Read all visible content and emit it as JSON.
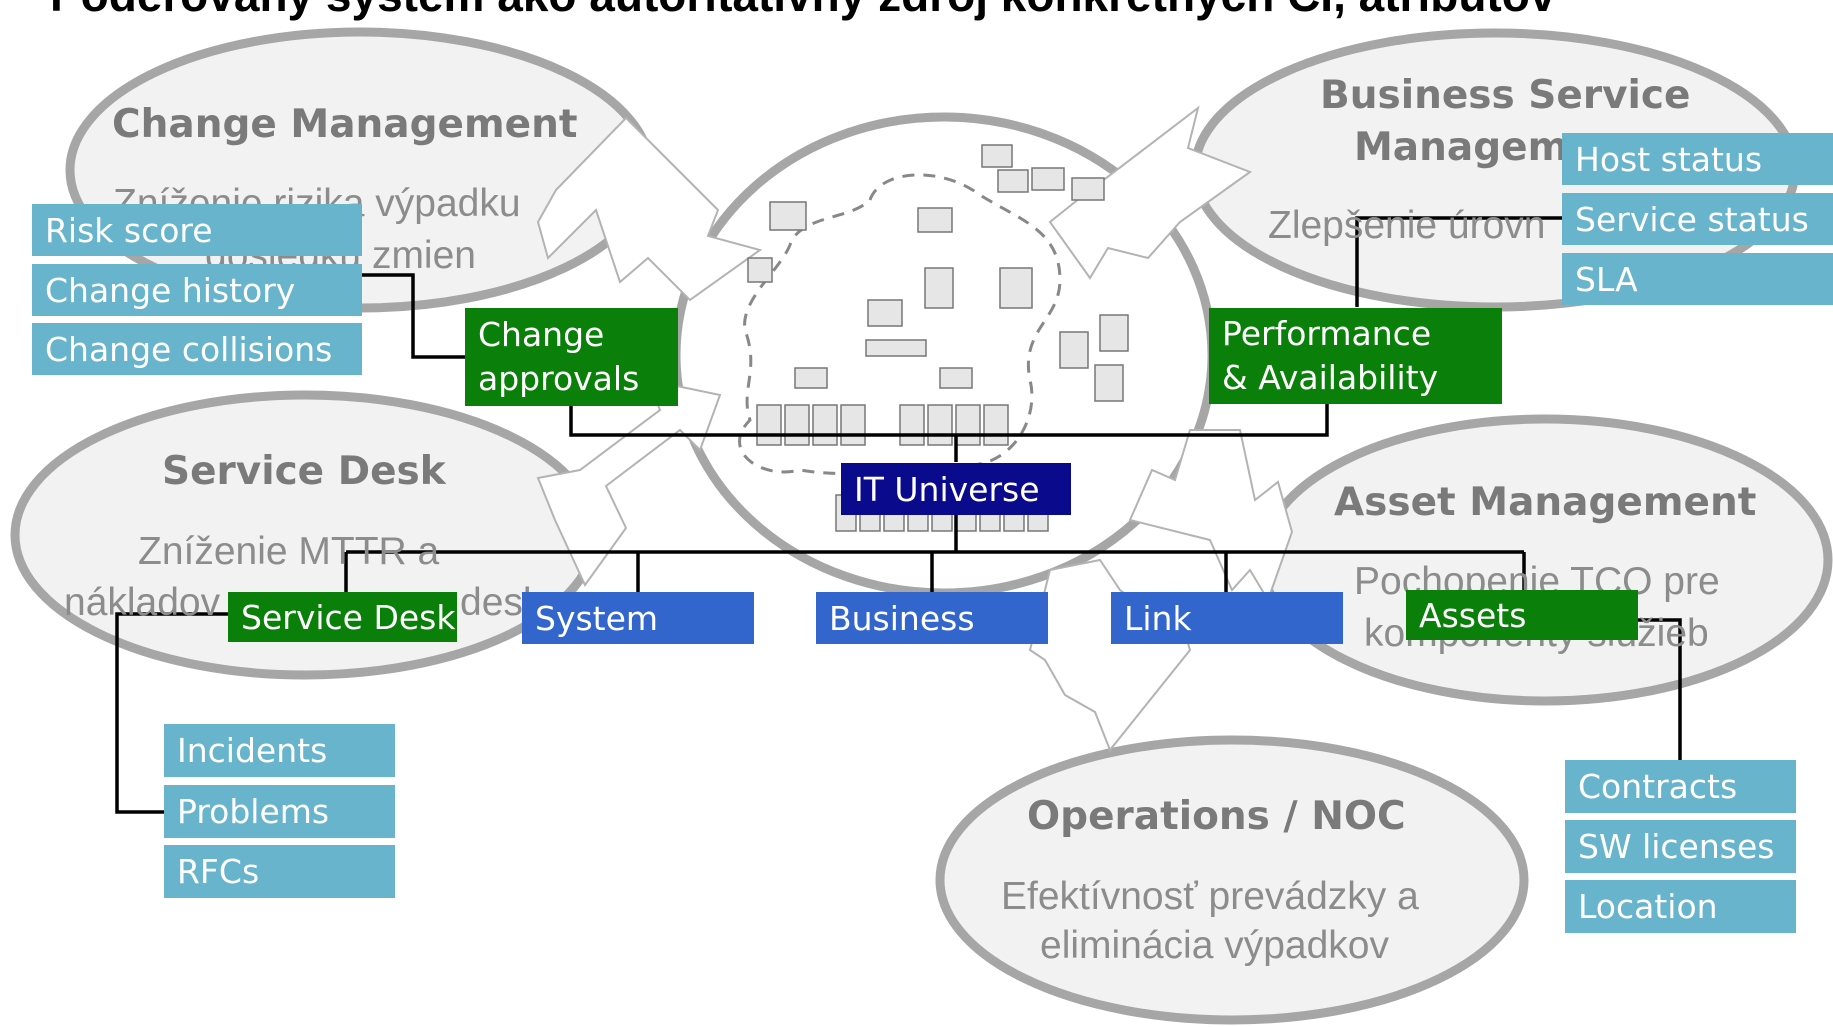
{
  "heading": "Podeľovaný systém ako autoritatívny zdroj konkrétnych CI, atribútov",
  "ellipses": {
    "change_management": {
      "title": "Change Management",
      "subtitle_line1": "Zníženie rizika výpadku",
      "subtitle_line2": "dôsledku zmien"
    },
    "business_service": {
      "title_line1": "Business Service",
      "title_line2": "Managem",
      "subtitle": "Zlepšenie úrovn"
    },
    "service_desk": {
      "title": "Service Desk",
      "subtitle_line1": "Zníženie MTTR a",
      "subtitle_line2": "nákladov",
      "subtitle_tail": "desk"
    },
    "asset_management": {
      "title": "Asset Management",
      "subtitle_line1": "Pochopenie TCO pre",
      "subtitle_line2": "komponenty služieb"
    },
    "operations": {
      "title": "Operations / NOC",
      "subtitle_line1": "Efektívnosť prevádzky a",
      "subtitle_line2": "eliminácia výpadkov"
    }
  },
  "teal_boxes": {
    "change": [
      "Risk score",
      "Change history",
      "Change collisions"
    ],
    "business_service": [
      "Host status",
      "Service status",
      "SLA"
    ],
    "service_desk": [
      "Incidents",
      "Problems",
      "RFCs"
    ],
    "assets": [
      "Contracts",
      "SW licenses",
      "Location"
    ]
  },
  "green_boxes": {
    "change_approvals_line1": "Change",
    "change_approvals_line2": "approvals",
    "performance_line1": "Performance",
    "performance_line2": "& Availability",
    "service_desk": "Service Desk",
    "assets": "Assets"
  },
  "blue_boxes": [
    "System",
    "Business",
    "Link"
  ],
  "root_box": "IT Universe",
  "colors": {
    "teal": "#67b4cc",
    "green": "#0a800a",
    "blue": "#3366cc",
    "navy": "#0a0a8c",
    "ellipse_fill": "#f2f2f2",
    "ellipse_stroke": "#a6a6a6"
  }
}
